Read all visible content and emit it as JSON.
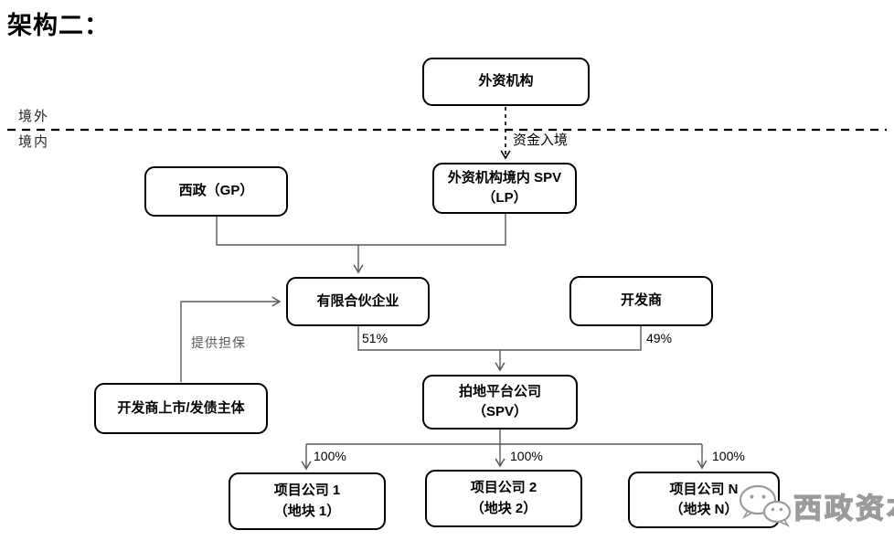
{
  "title": "架构二：",
  "boundary": {
    "above": "境外",
    "below": "境内"
  },
  "nodes": {
    "foreign": {
      "label": "外资机构"
    },
    "gp": {
      "label": "西政（GP）"
    },
    "spv_lp": {
      "line1": "外资机构境内 SPV",
      "line2": "（LP）"
    },
    "partnership": {
      "label": "有限合伙企业"
    },
    "developer": {
      "label": "开发商"
    },
    "guarantor": {
      "label": "开发商上市/发债主体"
    },
    "platform": {
      "line1": "拍地平台公司",
      "line2": "（SPV）"
    },
    "p1": {
      "line1": "项目公司 1",
      "line2": "（地块 1）"
    },
    "p2": {
      "line1": "项目公司 2",
      "line2": "（地块 2）"
    },
    "pn": {
      "line1": "项目公司 N",
      "line2": "（地块 N）"
    }
  },
  "edges": {
    "capital_inflow": "资金入境",
    "guarantee": "提供担保",
    "partnership_share": "51%",
    "developer_share": "49%",
    "p1_share": "100%",
    "p2_share": "100%",
    "pn_share": "100%"
  },
  "watermark": {
    "text": "西政资本",
    "icon": "wechat-icon"
  },
  "colors": {
    "box_border": "#000000",
    "connector": "#595959",
    "dashed_line": "#000000",
    "watermark": "#9b9b9b"
  }
}
